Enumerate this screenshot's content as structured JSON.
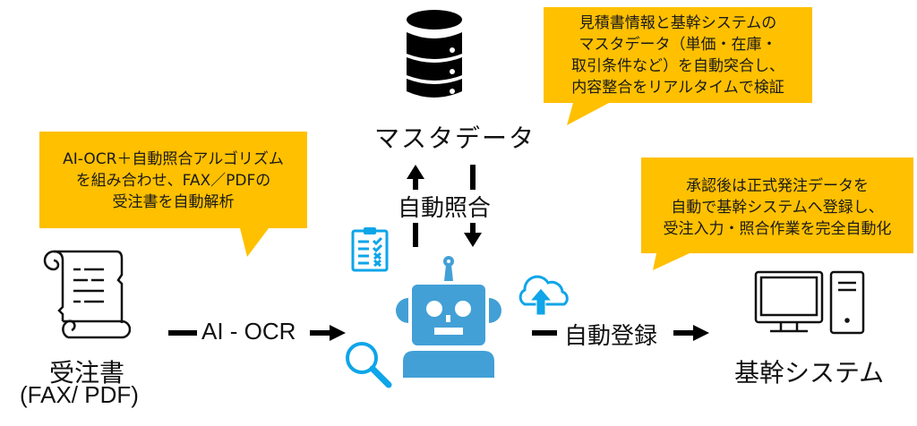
{
  "callouts": {
    "master_check": "見積書情報と基幹システムの\nマスタデータ（単価・在庫・\n取引条件など）を自動突合し、\n内容整合をリアルタイムで検証",
    "ocr": "AI-OCR＋自動照合アルゴリズム\nを組み合わせ、FAX／PDFの\n受注書を自動解析",
    "register": "承認後は正式発注データを\n自動で基幹システムへ登録し、\n受注入力・照合作業を完全自動化"
  },
  "nodes": {
    "master_data": "マスタデータ",
    "order_doc": "受注書",
    "order_doc_sub": "(FAX/ PDF)",
    "core_system": "基幹システム"
  },
  "edges": {
    "ai_ocr": "AI - OCR",
    "auto_match": "自動照合",
    "auto_register": "自動登録"
  },
  "colors": {
    "callout": "#FFC000",
    "robot": "#42A0D6",
    "accent": "#0EA5E9"
  }
}
